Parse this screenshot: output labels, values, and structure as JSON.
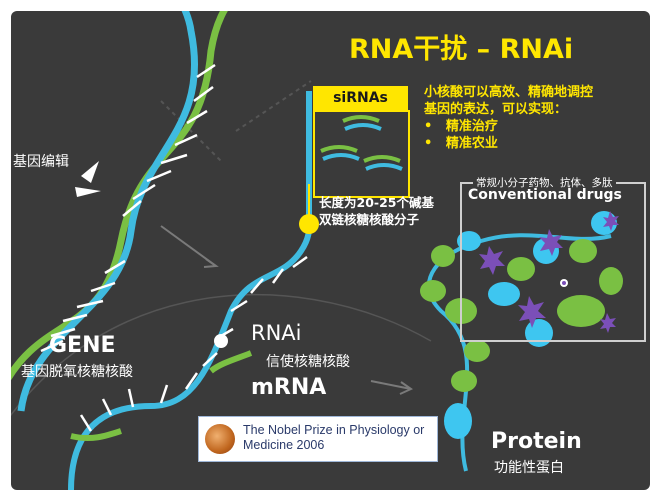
{
  "title": "RNA干扰 – RNAi",
  "gene_editing_label": "基因编辑",
  "gene": {
    "name": "GENE",
    "subtitle": "基因脱氧核糖核酸"
  },
  "rnai": {
    "name": "RNAi",
    "subtitle": "信使核糖核酸"
  },
  "mrna": {
    "name": "mRNA"
  },
  "sirnas": {
    "tab_label": "siRNAs",
    "description_line1": "长度为20-25个碱基",
    "description_line2": "双链核糖核酸分子"
  },
  "benefits": {
    "intro_line1": "小核酸可以高效、精确地调控",
    "intro_line2": "基因的表达，可以实现：",
    "items": [
      "精准治疗",
      "精准农业"
    ],
    "bullet": "•"
  },
  "conventional": {
    "caption": "常规小分子药物、抗体、多肽",
    "title": "Conventional drugs"
  },
  "nobel": {
    "line1": "The Nobel Prize in Physiology or",
    "line2": "Medicine 2006"
  },
  "protein": {
    "name": "Protein",
    "subtitle": "功能性蛋白"
  },
  "colors": {
    "background": "#3a3a3a",
    "accent_yellow": "#ffe600",
    "dna_green": "#7ac043",
    "dna_blue": "#3fbbe0",
    "protein_blue": "#3ec6f0",
    "drug_purple": "#7b4fb8"
  }
}
